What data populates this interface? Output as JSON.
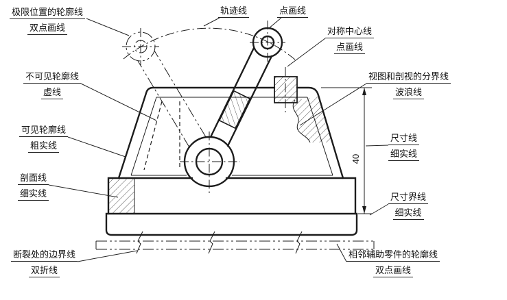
{
  "dimension": {
    "value": "40"
  },
  "labels": {
    "limit_position": {
      "name": "极限位置的轮廓线",
      "type": "双点画线"
    },
    "trajectory": {
      "name": "轨迹线"
    },
    "dot_dash": {
      "name": "点画线"
    },
    "symmetry_center": {
      "name": "对称中心线",
      "type": "点画线"
    },
    "invisible_contour": {
      "name": "不可见轮廓线",
      "type": "虚线"
    },
    "visible_contour": {
      "name": "可见轮廓线",
      "type": "粗实线"
    },
    "section_hatch": {
      "name": "剖面线",
      "type": "细实线"
    },
    "break_boundary": {
      "name": "断裂处的边界线",
      "type": "双折线"
    },
    "view_section_boundary": {
      "name": "视图和剖视的分界线",
      "type": "波浪线"
    },
    "dimension_line": {
      "name": "尺寸线",
      "type": "细实线"
    },
    "extension_line": {
      "name": "尺寸界线",
      "type": "细实线"
    },
    "adjacent_part": {
      "name": "相邻辅助零件的轮廓线",
      "type": "双点画线"
    }
  },
  "colors": {
    "line": "#1c1c1c",
    "background": "#ffffff"
  }
}
